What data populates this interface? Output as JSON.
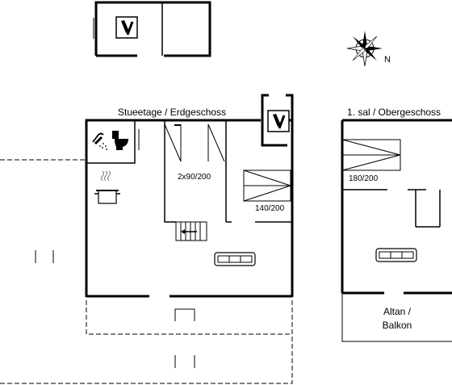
{
  "labels": {
    "ground_floor": "Stueetage / Erdgeschoss",
    "first_floor": "1. sal / Obergeschoss",
    "bed_bunk": "2x90/200",
    "bed_double_ground": "140/200",
    "bed_double_upper": "180/200",
    "balcony_line1": "Altan /",
    "balcony_line2": "Balkon",
    "compass_north": "N"
  },
  "icons": {
    "shower": "shower-icon",
    "toilet": "toilet-icon",
    "cooking_pot": "cooking-pot-icon",
    "sofa": "sofa-icon",
    "bottle": "bottle-icon",
    "compass": "compass-icon"
  },
  "colors": {
    "wall": "#000000",
    "line": "#000000",
    "background": "#ffffff"
  }
}
